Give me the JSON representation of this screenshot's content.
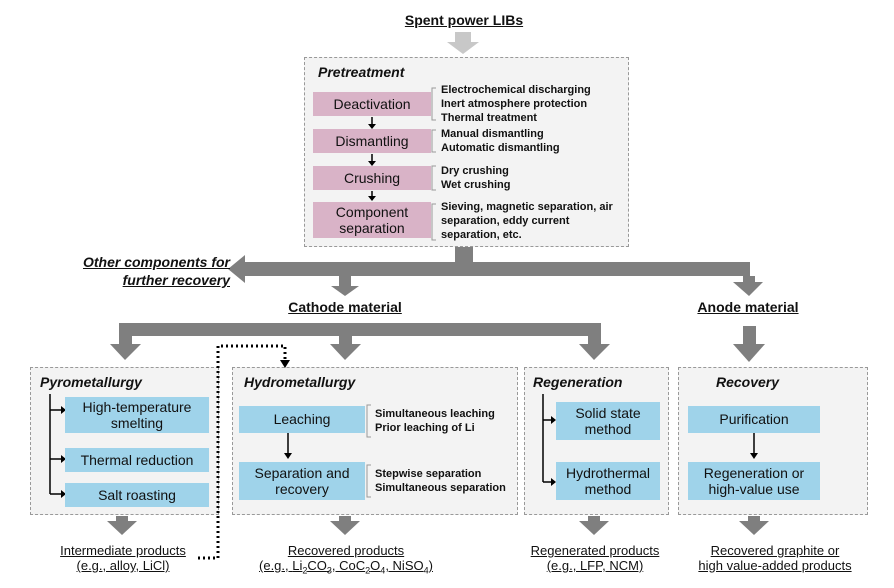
{
  "top": {
    "title": "Spent power LIBs"
  },
  "pretreatment": {
    "heading": "Pretreatment",
    "steps": [
      {
        "label": "Deactivation",
        "methods": [
          "Electrochemical discharging",
          "Inert atmosphere protection",
          "Thermal treatment"
        ]
      },
      {
        "label": "Dismantling",
        "methods": [
          "Manual dismantling",
          "Automatic dismantling"
        ]
      },
      {
        "label": "Crushing",
        "methods": [
          "Dry crushing",
          "Wet crushing"
        ]
      },
      {
        "label_lines": [
          "Component",
          "separation"
        ],
        "methods": [
          "Sieving, magnetic separation, air",
          "separation, eddy current",
          "separation, etc."
        ]
      }
    ]
  },
  "other_components": {
    "lines": [
      "Other components for",
      "further recovery"
    ]
  },
  "cathode": {
    "title": "Cathode material"
  },
  "anode": {
    "title": "Anode material"
  },
  "pyro": {
    "heading": "Pyrometallurgy",
    "boxes": [
      [
        "High-temperature",
        "smelting"
      ],
      [
        "Thermal reduction"
      ],
      [
        "Salt roasting"
      ]
    ],
    "product_lines": [
      "Intermediate products",
      "(e.g., alloy, LiCl)"
    ]
  },
  "hydro": {
    "heading": "Hydrometallurgy",
    "leaching": "Leaching",
    "leaching_methods": [
      "Simultaneous leaching",
      "Prior leaching of Li"
    ],
    "separation_lines": [
      "Separation and",
      "recovery"
    ],
    "separation_methods": [
      "Stepwise separation",
      "Simultaneous separation"
    ],
    "product_line1": "Recovered products",
    "product_prefix": "(e.g., Li",
    "product_formula": [
      {
        "t": "Li"
      },
      {
        "s": "2"
      },
      {
        "t": "CO"
      },
      {
        "s": "3"
      },
      {
        "t": ", CoC"
      },
      {
        "s": "2"
      },
      {
        "t": "O"
      },
      {
        "s": "4"
      },
      {
        "t": ", NiSO"
      },
      {
        "s": "4"
      },
      {
        "t": ")"
      }
    ]
  },
  "regen": {
    "heading": "Regeneration",
    "boxes": [
      [
        "Solid state",
        "method"
      ],
      [
        "Hydrothermal",
        "method"
      ]
    ],
    "product_lines": [
      "Regenerated products",
      "(e.g., LFP, NCM)"
    ]
  },
  "recovery": {
    "heading": "Recovery",
    "boxes": [
      [
        "Purification"
      ],
      [
        "Regeneration or",
        "high-value use"
      ]
    ],
    "product_lines": [
      "Recovered graphite or",
      "high value-added products"
    ]
  },
  "colors": {
    "pink": "#d9b3c7",
    "blue": "#9fd3ea",
    "arrow_gray": "#7f7f7f",
    "light_arrow": "#c8c8c8"
  }
}
